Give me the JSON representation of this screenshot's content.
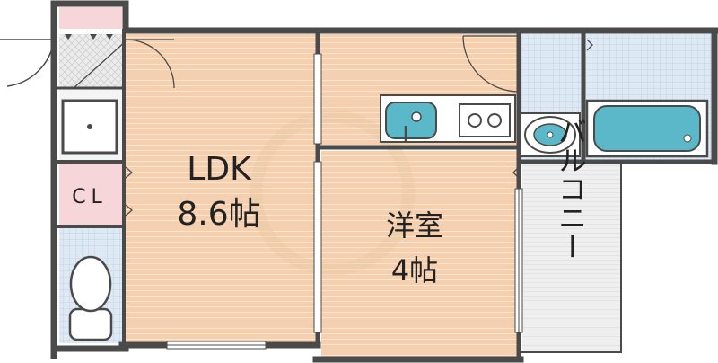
{
  "rooms": {
    "ldk": {
      "name": "LDK",
      "size": "8.6帖"
    },
    "western": {
      "name": "洋室",
      "size": "4帖"
    },
    "closet": {
      "name": "CL"
    },
    "balcony": {
      "name": "バルコニー"
    }
  },
  "colors": {
    "floor_wood": "#f6cfae",
    "floor_wood_line": "#fbe6d2",
    "tile": "#dfe9f4",
    "tile_line": "#b9cbe2",
    "wall": "#4a4a4a",
    "fixture": "#5bb8c9",
    "entrance": "#ececec",
    "shoebox": "#f7d6d9",
    "balcony": "#efefef",
    "watermark": "#e9c9a6"
  }
}
